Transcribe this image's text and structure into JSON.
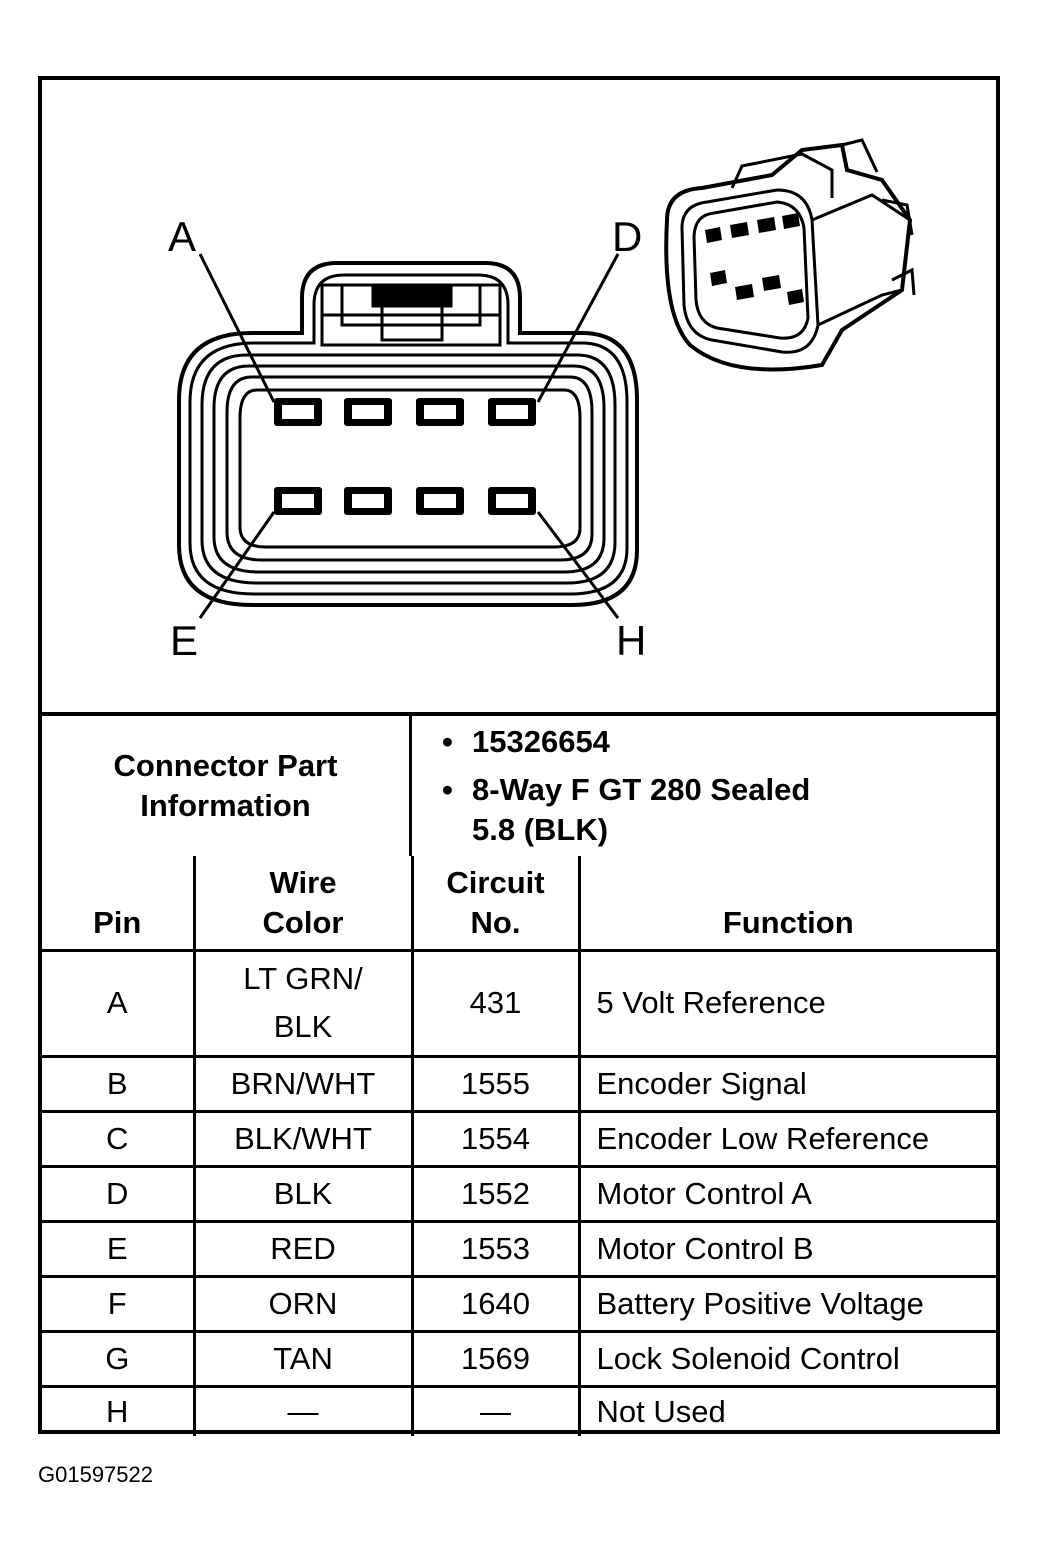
{
  "diagram": {
    "pin_labels": {
      "a": "A",
      "d": "D",
      "e": "E",
      "h": "H"
    }
  },
  "connector_info": {
    "label_line1": "Connector Part",
    "label_line2": "Information",
    "bullet": "•",
    "part_number": "15326654",
    "description_line1": "8-Way F GT 280 Sealed",
    "description_line2": "5.8 (BLK)"
  },
  "pin_table": {
    "headers": {
      "pin": "Pin",
      "wire_color_line1": "Wire",
      "wire_color_line2": "Color",
      "circuit_line1": "Circuit",
      "circuit_line2": "No.",
      "function": "Function"
    },
    "rows": [
      {
        "pin": "A",
        "wire_line1": "LT GRN/",
        "wire_line2": "BLK",
        "circuit": "431",
        "function": "5 Volt Reference"
      },
      {
        "pin": "B",
        "wire": "BRN/WHT",
        "circuit": "1555",
        "function": "Encoder Signal"
      },
      {
        "pin": "C",
        "wire": "BLK/WHT",
        "circuit": "1554",
        "function": "Encoder Low Reference"
      },
      {
        "pin": "D",
        "wire": "BLK",
        "circuit": "1552",
        "function": "Motor Control A"
      },
      {
        "pin": "E",
        "wire": "RED",
        "circuit": "1553",
        "function": "Motor Control B"
      },
      {
        "pin": "F",
        "wire": "ORN",
        "circuit": "1640",
        "function": "Battery Positive Voltage"
      },
      {
        "pin": "G",
        "wire": "TAN",
        "circuit": "1569",
        "function": "Lock Solenoid Control"
      },
      {
        "pin": "H",
        "wire": "—",
        "circuit": "—",
        "function": "Not Used"
      }
    ]
  },
  "figure_id": "G01597522"
}
